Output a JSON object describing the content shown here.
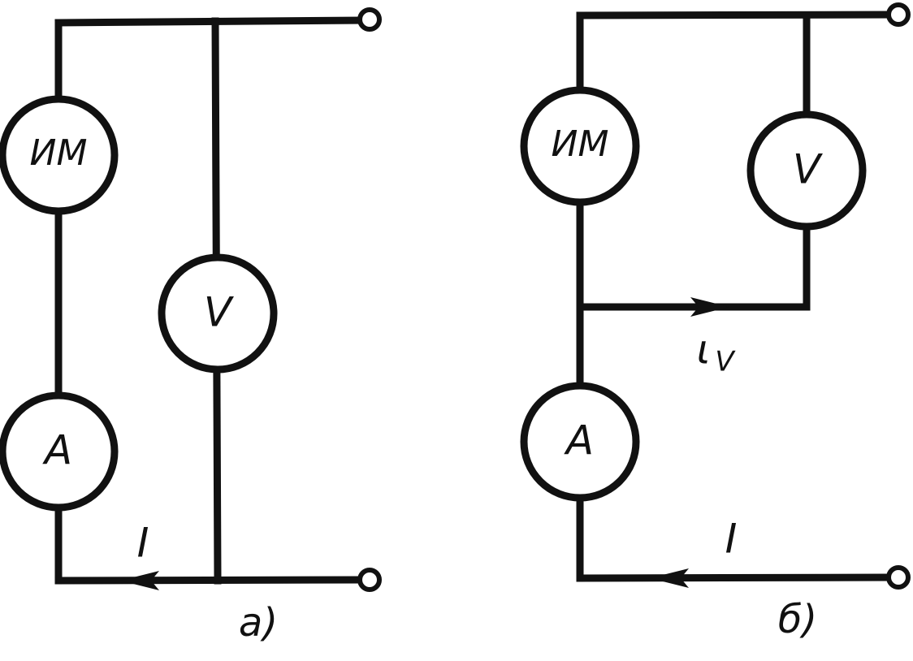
{
  "circuit_a": {
    "caption": "а)",
    "ammeter": "A",
    "voltmeter": "V",
    "measured_object": "ИМ",
    "current": "I"
  },
  "circuit_b": {
    "caption": "б)",
    "ammeter": "A",
    "voltmeter": "V",
    "measured_object": "ИМ",
    "current": "I",
    "voltmeter_current_symbol": "ι",
    "voltmeter_current_subscript": "V"
  }
}
